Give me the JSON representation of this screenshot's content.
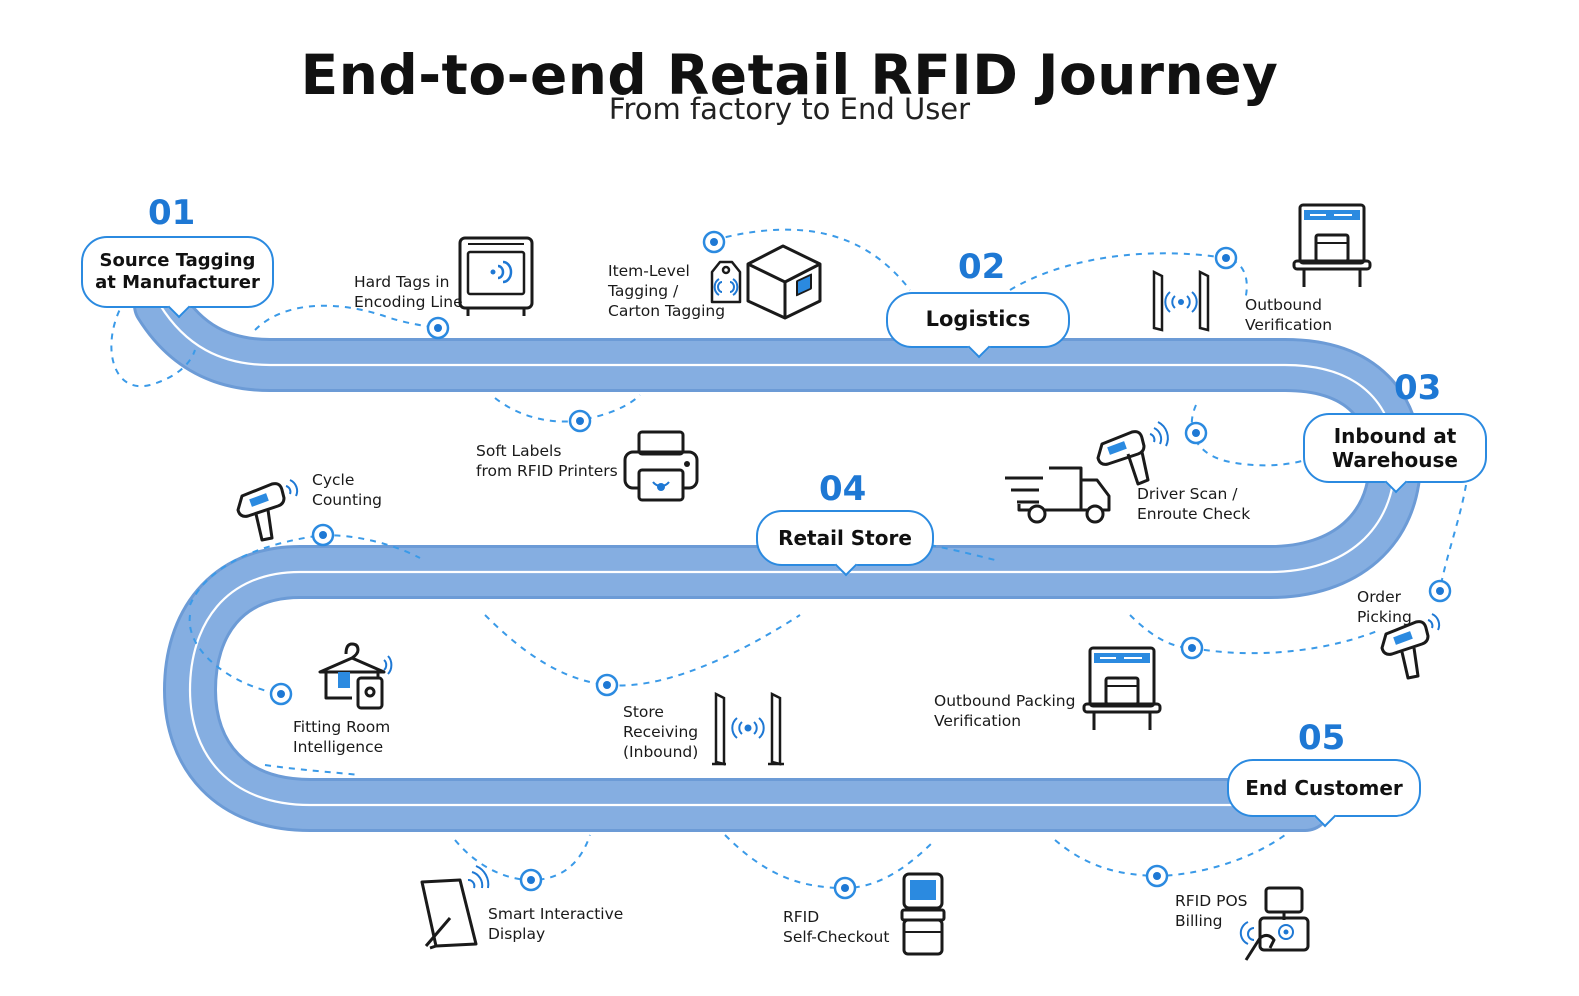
{
  "title": "End-to-end Retail RFID Journey",
  "subtitle": "From factory to End User",
  "stages": [
    {
      "number": "01",
      "name": [
        "Source Tagging",
        "at Manufacturer"
      ]
    },
    {
      "number": "02",
      "name": [
        "Logistics"
      ]
    },
    {
      "number": "03",
      "name": [
        "Inbound at",
        "Warehouse"
      ]
    },
    {
      "number": "04",
      "name": [
        "Retail Store"
      ]
    },
    {
      "number": "05",
      "name": [
        "End Customer"
      ]
    }
  ],
  "steps": {
    "hard_tags": [
      "Hard Tags in",
      "Encoding Line"
    ],
    "item_level": [
      "Item-Level",
      "Tagging /",
      "Carton Tagging"
    ],
    "soft_labels": [
      "Soft Labels",
      "from RFID Printers"
    ],
    "outbound_verification": [
      "Outbound",
      "Verification"
    ],
    "driver_scan": [
      "Driver Scan /",
      "Enroute Check"
    ],
    "order_picking": [
      "Order",
      "Picking"
    ],
    "outbound_packing": [
      "Outbound Packing",
      "Verification"
    ],
    "cycle_counting": [
      "Cycle",
      "Counting"
    ],
    "fitting_room": [
      "Fitting Room",
      "Intelligence"
    ],
    "store_receiving": [
      "Store",
      "Receiving",
      "(Inbound)"
    ],
    "smart_display": [
      "Smart Interactive",
      "Display"
    ],
    "self_checkout": [
      "RFID",
      "Self-Checkout"
    ],
    "pos_billing": [
      "RFID POS",
      "Billing"
    ]
  },
  "colors": {
    "road": "#84ade0",
    "road_edge": "#6c9bd6",
    "accent": "#1e78d4",
    "dash": "#3a9ae8"
  },
  "icons": [
    "encoding-machine-icon",
    "tag-icon",
    "carton-box-icon",
    "rfid-printer-icon",
    "rfid-gate-icon",
    "verification-station-icon",
    "handheld-reader-icon",
    "delivery-truck-icon",
    "clothes-hanger-icon",
    "smart-display-icon",
    "self-checkout-kiosk-icon",
    "pos-terminal-icon"
  ]
}
